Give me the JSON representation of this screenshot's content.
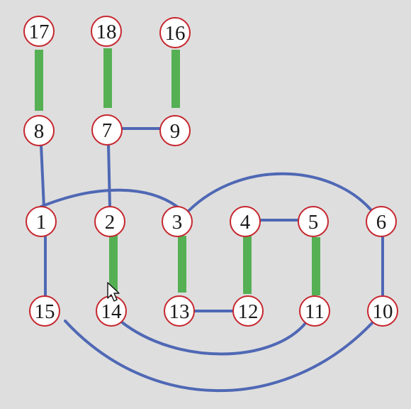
{
  "graph": {
    "colors": {
      "background": "#dedede",
      "plain_edge": "#4f68b5",
      "bold_edge": "#55b054",
      "node_fill": "#ffffff",
      "node_border": "#c6262e"
    },
    "nodes": [
      "17",
      "18",
      "16",
      "8",
      "7",
      "9",
      "1",
      "2",
      "3",
      "4",
      "5",
      "6",
      "15",
      "14",
      "13",
      "12",
      "11",
      "10"
    ],
    "bold_edges": [
      [
        "17",
        "8"
      ],
      [
        "18",
        "7"
      ],
      [
        "16",
        "9"
      ],
      [
        "2",
        "14"
      ],
      [
        "3",
        "13"
      ],
      [
        "4",
        "12"
      ],
      [
        "5",
        "11"
      ]
    ],
    "plain_edges": [
      [
        "8",
        "1"
      ],
      [
        "7",
        "9"
      ],
      [
        "7",
        "2"
      ],
      [
        "1",
        "15"
      ],
      [
        "1",
        "3"
      ],
      [
        "3",
        "6"
      ],
      [
        "4",
        "5"
      ],
      [
        "6",
        "10"
      ],
      [
        "13",
        "12"
      ],
      [
        "14",
        "11"
      ],
      [
        "15",
        "10"
      ]
    ]
  },
  "cursor": {
    "icon": "mouse-pointer-icon"
  }
}
